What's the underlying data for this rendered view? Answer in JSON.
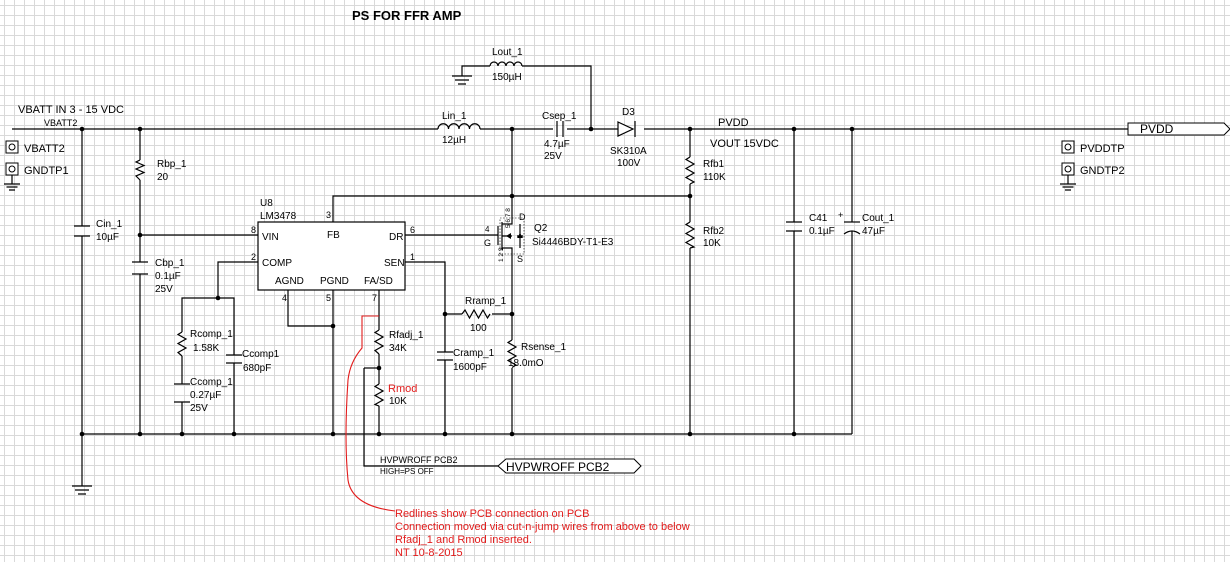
{
  "title": "PS FOR FFR AMP",
  "net_labels": {
    "vbatt_in": "VBATT IN 3 - 15 VDC",
    "vbatt2_net": "VBATT2",
    "pvdd_net": "PVDD",
    "vout": "VOUT 15VDC",
    "pvdd_port": "PVDD",
    "hvpwroff_net": "HVPWROFF PCB2",
    "high_ps_off": "HIGH=PS OFF",
    "hvpwroff_port": "HVPWROFF PCB2"
  },
  "test_points": {
    "vbatt2": "VBATT2",
    "gndtp1": "GNDTP1",
    "pvddtp": "PVDDTP",
    "gndtp2": "GNDTP2"
  },
  "components": {
    "lout1": {
      "ref": "Lout_1",
      "value": "150µH"
    },
    "lin1": {
      "ref": "Lin_1",
      "value": "12µH"
    },
    "csep1": {
      "ref": "Csep_1",
      "value": "4.7µF",
      "rating": "25V"
    },
    "d3": {
      "ref": "D3",
      "value": "SK310A",
      "rating": "100V"
    },
    "rfb1": {
      "ref": "Rfb1",
      "value": "110K"
    },
    "rfb2": {
      "ref": "Rfb2",
      "value": "10K"
    },
    "c41": {
      "ref": "C41",
      "value": "0.1µF"
    },
    "cout1": {
      "ref": "Cout_1",
      "value": "47µF"
    },
    "rbp1": {
      "ref": "Rbp_1",
      "value": "20"
    },
    "cin1": {
      "ref": "Cin_1",
      "value": "10µF"
    },
    "cbp1": {
      "ref": "Cbp_1",
      "value": "0.1µF",
      "rating": "25V"
    },
    "rcomp1": {
      "ref": "Rcomp_1",
      "value": "1.58K"
    },
    "ccomp1": {
      "ref": "Ccomp1",
      "value": "680pF"
    },
    "ccomp_1": {
      "ref": "Ccomp_1",
      "value": "0.27µF",
      "rating": "25V"
    },
    "rfadj1": {
      "ref": "Rfadj_1",
      "value": "34K"
    },
    "rmod": {
      "ref": "Rmod",
      "value": "10K"
    },
    "rramp1": {
      "ref": "Rramp_1",
      "value": "100"
    },
    "cramp1": {
      "ref": "Cramp_1",
      "value": "1600pF"
    },
    "rsense1": {
      "ref": "Rsense_1",
      "value": "18.0mO"
    },
    "q2": {
      "ref": "Q2",
      "value": "Si4446BDY-T1-E3",
      "pin_d": "D",
      "pin_g": "G",
      "pin_s": "S",
      "pin_4": "4",
      "pins_d": "5 6 7 8",
      "pins_s": "1 2 3"
    }
  },
  "ic": {
    "ref": "U8",
    "part": "LM3478",
    "pins": {
      "vin": "VIN",
      "fb": "FB",
      "dr": "DR",
      "comp": "COMP",
      "sen": "SEN",
      "agnd": "AGND",
      "pgnd": "PGND",
      "fasd": "FA/SD"
    },
    "pin_numbers": {
      "vin": "8",
      "fb": "3",
      "dr": "6",
      "comp": "2",
      "sen": "1",
      "agnd": "4",
      "pgnd": "5",
      "fasd": "7"
    }
  },
  "annotation": {
    "line1": "Redlines show PCB connection on PCB",
    "line2": "Connection moved via cut-n-jump wires from above to below",
    "line3": "Rfadj_1 and Rmod inserted.",
    "line4": "NT 10-8-2015"
  },
  "colors": {
    "wire": "#000000",
    "redline": "#e21b1b",
    "grid": "#d9d9d9",
    "background": "#ffffff"
  }
}
